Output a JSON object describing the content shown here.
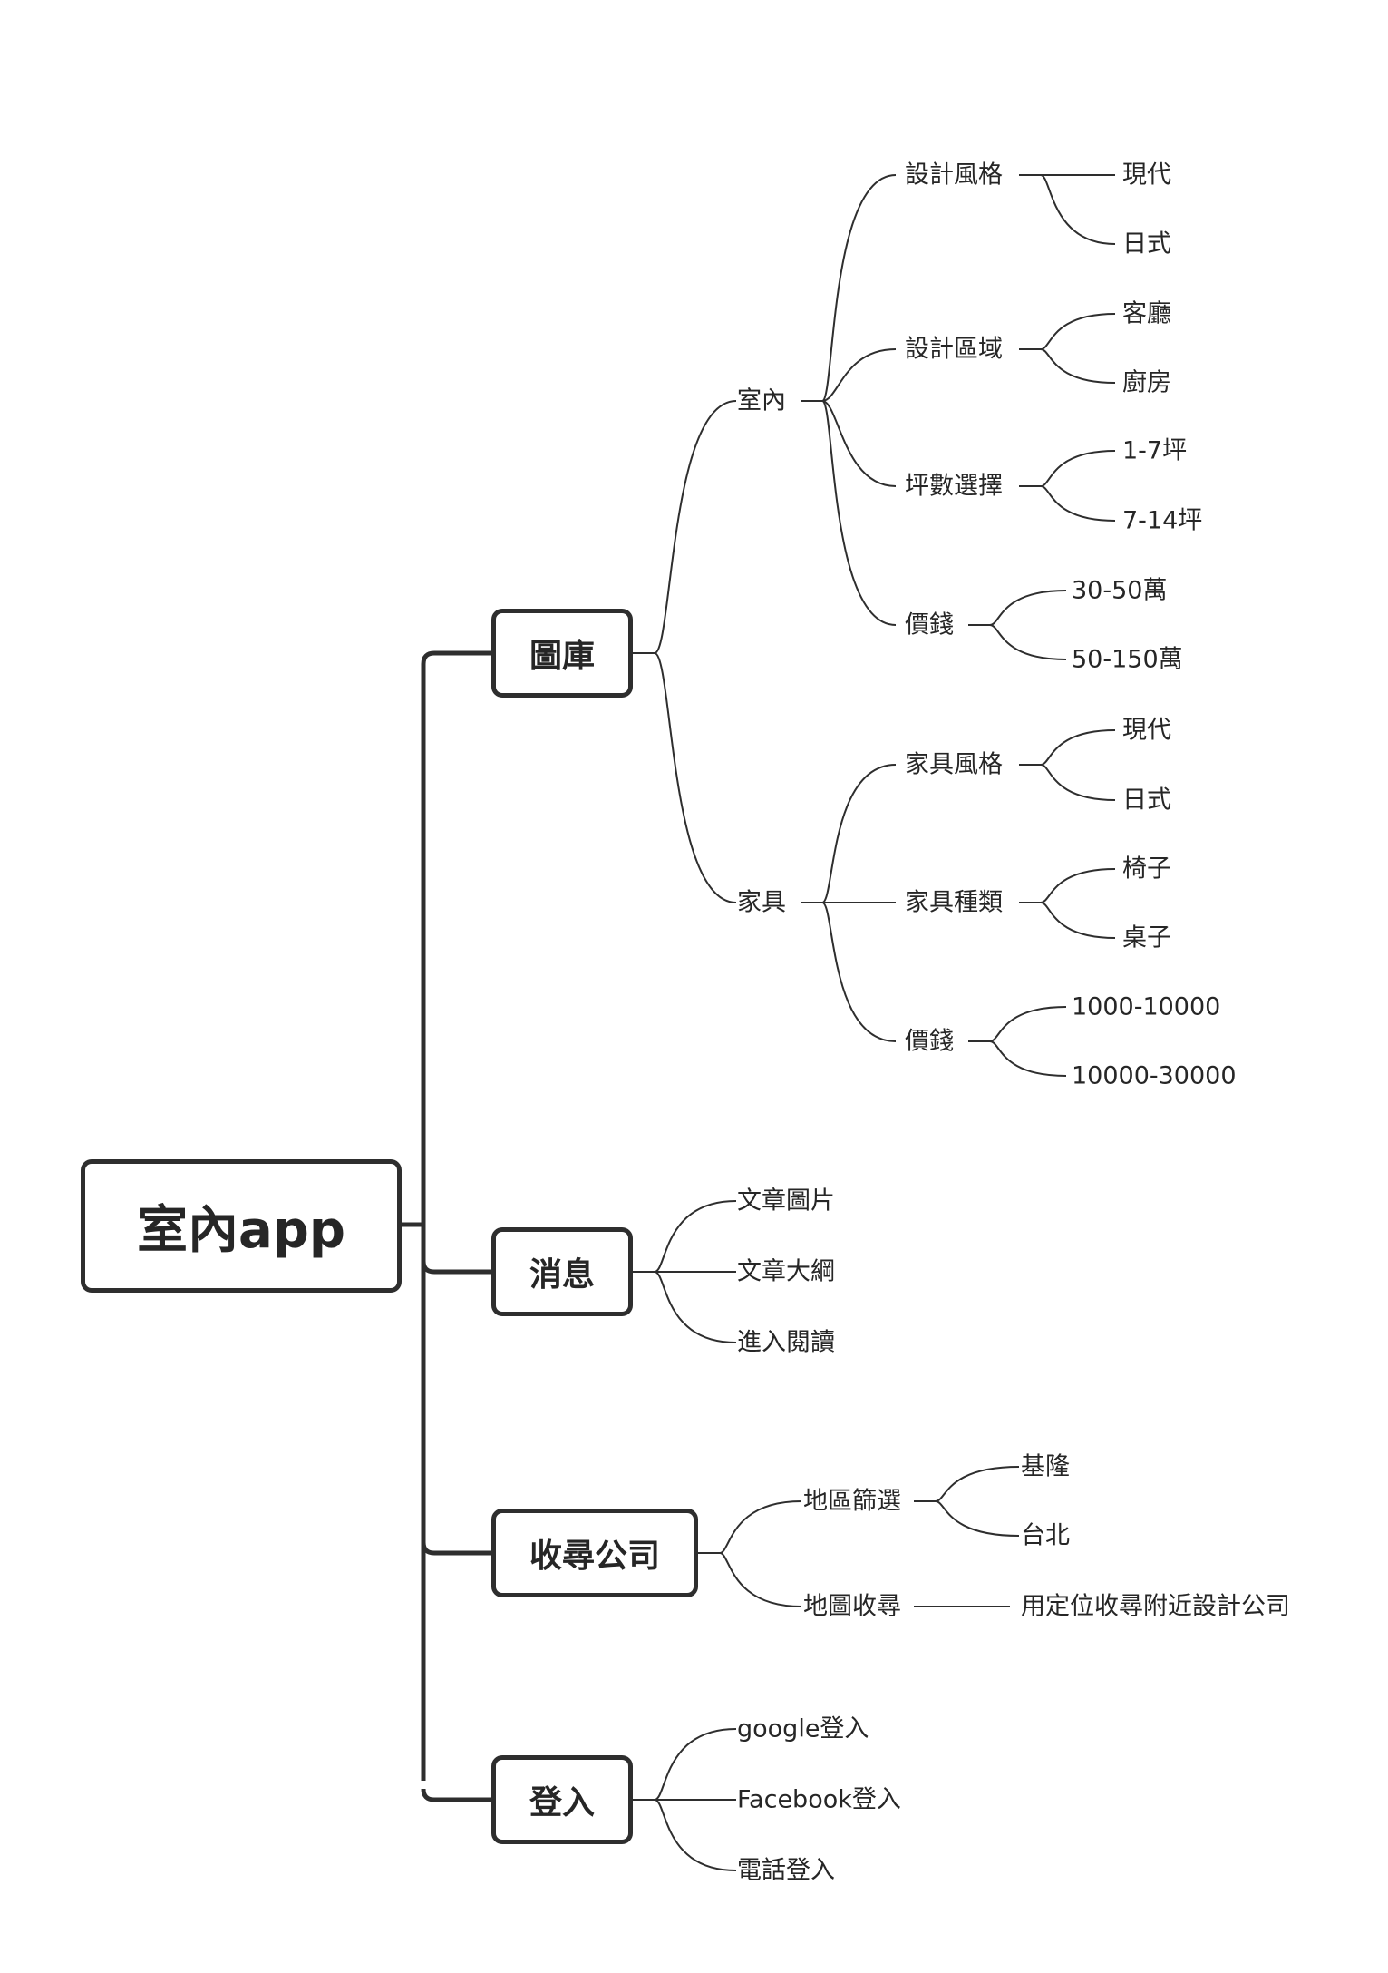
{
  "root": "室內app",
  "branches": {
    "gallery": {
      "label": "圖庫",
      "interior": {
        "label": "室內",
        "style": {
          "label": "設計風格",
          "items": [
            "現代",
            "日式"
          ]
        },
        "area": {
          "label": "設計區域",
          "items": [
            "客廳",
            "廚房"
          ]
        },
        "size": {
          "label": "坪數選擇",
          "items": [
            "1-7坪",
            "7-14坪"
          ]
        },
        "price": {
          "label": "價錢",
          "items": [
            "30-50萬",
            "50-150萬"
          ]
        }
      },
      "furniture": {
        "label": "家具",
        "style": {
          "label": "家具風格",
          "items": [
            "現代",
            "日式"
          ]
        },
        "type": {
          "label": "家具種類",
          "items": [
            "椅子",
            "桌子"
          ]
        },
        "price": {
          "label": "價錢",
          "items": [
            "1000-10000",
            "10000-30000"
          ]
        }
      }
    },
    "news": {
      "label": "消息",
      "items": [
        "文章圖片",
        "文章大綱",
        "進入閱讀"
      ]
    },
    "company": {
      "label": "收尋公司",
      "region": {
        "label": "地區篩選",
        "items": [
          "基隆",
          "台北"
        ]
      },
      "map": {
        "label": "地圖收尋",
        "items": [
          "用定位收尋附近設計公司"
        ]
      }
    },
    "login": {
      "label": "登入",
      "items": [
        "google登入",
        "Facebook登入",
        "電話登入"
      ]
    }
  }
}
